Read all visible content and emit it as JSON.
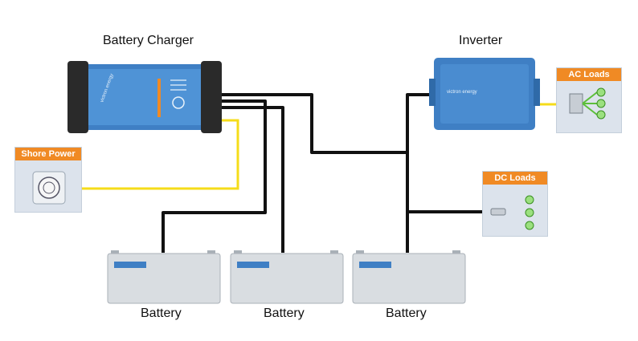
{
  "labels": {
    "battery_charger": "Battery Charger",
    "inverter": "Inverter",
    "battery_1": "Battery",
    "battery_2": "Battery",
    "battery_3": "Battery"
  },
  "cards": {
    "shore_power": "Shore Power",
    "ac_loads": "AC Loads",
    "dc_loads": "DC Loads"
  },
  "device_brand": "victron energy",
  "colors": {
    "device_blue": "#3f7fc4",
    "card_orange": "#f08a24",
    "card_bg": "#dce3ec",
    "wire_black": "#111111",
    "wire_yellow": "#f5dc1a",
    "load_green": "#5cbf3a"
  },
  "icons": [
    "shore-power-socket-icon",
    "ac-distribution-icon",
    "dc-fuse-icon"
  ]
}
